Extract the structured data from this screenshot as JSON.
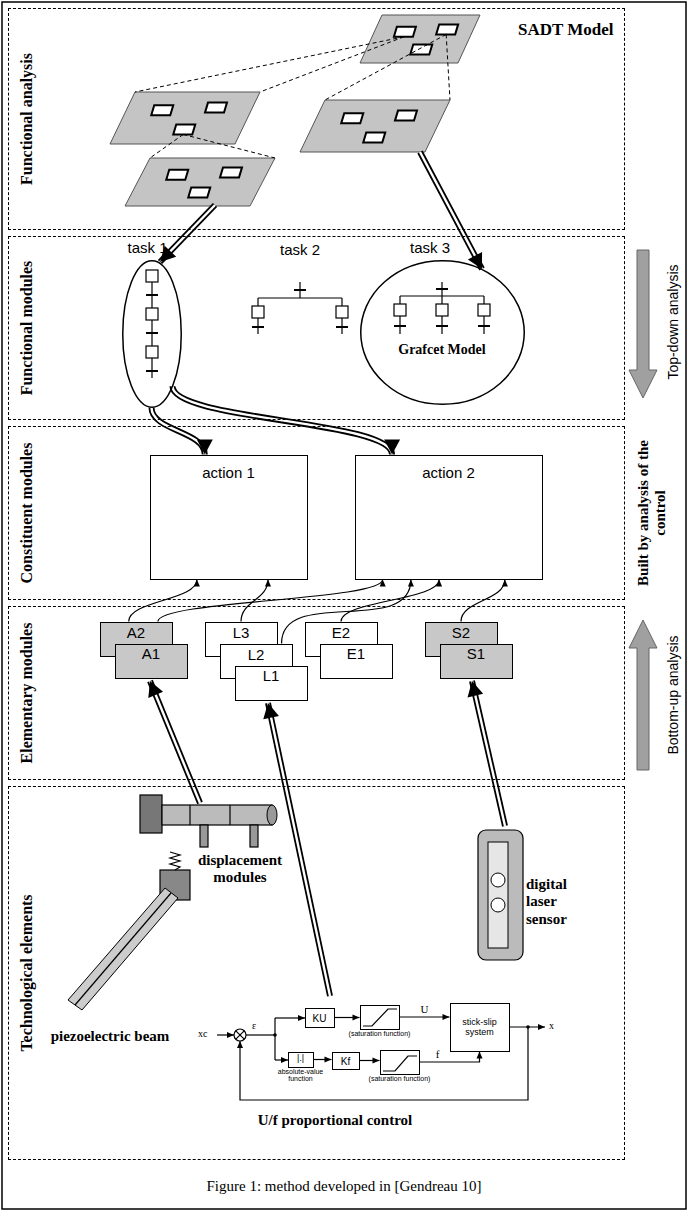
{
  "diagram": {
    "caption": "Figure 1: method developed in [Gendreau 10]",
    "nodes": [
      {
        "text": [
          "Functional analysis"
        ]
      },
      {
        "text": [
          "Functional modules"
        ]
      },
      {
        "text": [
          "task 1"
        ],
        "in": 1
      },
      {
        "text": [
          "task 3",
          "Grafcet Model"
        ],
        "in": 1
      },
      {
        "text": [
          "Constituent modules"
        ]
      },
      {
        "text": [
          "action 1"
        ],
        "in": 4
      },
      {
        "text": [
          "action 2"
        ],
        "in": 4
      },
      {
        "text": [
          "Elementary modules"
        ]
      },
      {
        "text": [
          "A2"
        ],
        "in": 7
      },
      {
        "text": [
          "A1"
        ],
        "in": 7
      },
      {
        "text": [
          "L3"
        ],
        "in": 7
      },
      {
        "text": [
          "L2"
        ],
        "in": 7
      },
      {
        "text": [
          "L1"
        ],
        "in": 7
      },
      {
        "text": [
          "E2"
        ],
        "in": 7
      },
      {
        "text": [
          "E1"
        ],
        "in": 7
      },
      {
        "text": [
          "S2"
        ],
        "in": 7
      },
      {
        "text": [
          "S1"
        ],
        "in": 7
      },
      {
        "text": [
          "Technological elements"
        ]
      },
      {
        "text": [
          "KU"
        ],
        "in": 17
      },
      {
        "text": [
          "(saturation function)"
        ],
        "in": 17
      },
      {
        "text": [
          "stick-slip system"
        ],
        "in": 17
      },
      {
        "text": [
          "|.|",
          "absolute-value function"
        ],
        "in": 17
      },
      {
        "text": [
          "Kf"
        ],
        "in": 17
      },
      {
        "text": [
          "(saturation function)"
        ],
        "in": 17
      }
    ],
    "edges": [
      {
        "from": 2,
        "to": 5,
        "arrow": "to"
      },
      {
        "from": 2,
        "to": 6,
        "arrow": "to"
      },
      {
        "from": 8,
        "to": 5,
        "arrow": "to"
      },
      {
        "from": 8,
        "to": 6,
        "arrow": "to"
      },
      {
        "from": 10,
        "to": 5,
        "arrow": "to"
      },
      {
        "from": 11,
        "to": 6,
        "arrow": "to"
      },
      {
        "from": 13,
        "to": 6,
        "arrow": "to"
      },
      {
        "from": 15,
        "to": 6,
        "arrow": "to"
      },
      {
        "from": 18,
        "to": 19,
        "arrow": "to"
      },
      {
        "from": 19,
        "to": 20,
        "label": "U",
        "arrow": "to"
      },
      {
        "from": 21,
        "to": 22,
        "arrow": "to"
      },
      {
        "from": 22,
        "to": 23,
        "arrow": "to"
      },
      {
        "from": 23,
        "to": 20,
        "label": "f",
        "arrow": "to"
      }
    ],
    "labels": [
      "SADT Model",
      "task 2",
      "Top-down analysis",
      "Built by analysis of the control",
      "Bottom-up analysis",
      "displacement modules",
      "piezoelectric beam",
      "digital laser sensor",
      "U/f proportional control",
      "xc",
      "ε",
      "x"
    ]
  }
}
